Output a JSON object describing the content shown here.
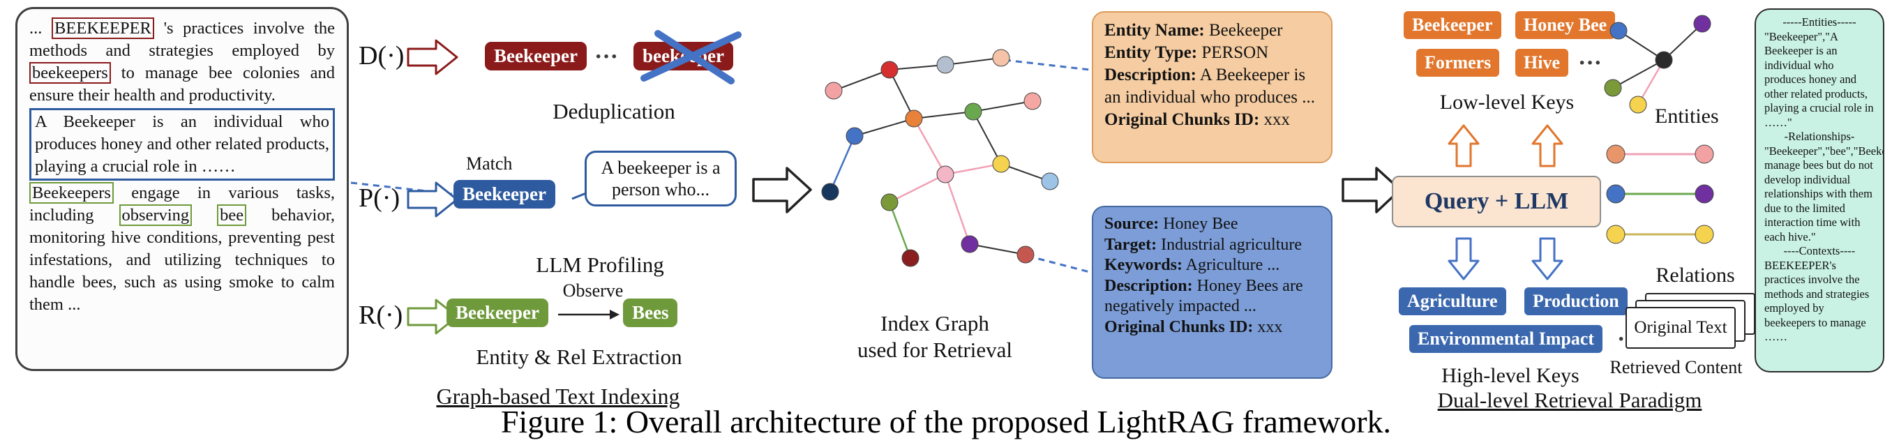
{
  "caption": "Figure 1: Overall architecture of the proposed LightRAG framework.",
  "colors": {
    "entity_red": "#8b1a1a",
    "profile_blue": "#2e5b9f",
    "relation_green": "#6f9a3b",
    "key_orange": "#e1762c",
    "key_blue": "#3a67ae",
    "query_text_navy": "#1f3864",
    "entity_card_bg": "#f6cda2",
    "relation_card_bg": "#7c9dd7",
    "output_box_bg": "#c9f2e4"
  },
  "source_panel": {
    "p1_parts": [
      "... ",
      "BEEKEEPER",
      " 's practices involve the methods and strategies employed by ",
      "beekeepers",
      " to manage bee colonies and ensure their health and productivity."
    ],
    "p2_text": "A Beekeeper is an individual who produces honey and other related products, playing a crucial role in ……",
    "p3_parts": [
      "Beekeepers",
      " engage in various tasks, including ",
      "observing",
      " ",
      "bee",
      " behavior, monitoring hive conditions, preventing pest infestations, and utilizing techniques to handle bees, such as using smoke to calm them ..."
    ],
    "section_label": "Graph-based Text Indexing"
  },
  "operators": {
    "dedup_symbol": "D(·)",
    "dedup_badge1": "Beekeeper",
    "dedup_dots": "···",
    "dedup_badge2": "beekeeper",
    "dedup_label": "Deduplication",
    "profile_symbol": "P(·)",
    "profile_match": "Match",
    "profile_badge": "Beekeeper",
    "profile_bubble": "A beekeeper is a person who...",
    "profile_label": "LLM Profiling",
    "extract_symbol": "R(·)",
    "extract_badge1": "Beekeeper",
    "extract_edge": "Observe",
    "extract_badge2": "Bees",
    "extract_label": "Entity & Rel Extraction"
  },
  "index_graph": {
    "label_line1": "Index Graph",
    "label_line2": "used for Retrieval"
  },
  "entity_card": {
    "fields": [
      {
        "label": "Entity Name:",
        "value": "Beekeeper"
      },
      {
        "label": "Entity Type:",
        "value": "PERSON"
      },
      {
        "label": "Description:",
        "value": "A Beekeeper is an individual who produces ..."
      },
      {
        "label": "Original Chunks ID:",
        "value": "xxx"
      }
    ]
  },
  "relation_card": {
    "fields": [
      {
        "label": "Source:",
        "value": "Honey Bee"
      },
      {
        "label": "Target:",
        "value": "Industrial agriculture"
      },
      {
        "label": "Keywords:",
        "value": "Agriculture ..."
      },
      {
        "label": "Description:",
        "value": "Honey Bees are negatively impacted ..."
      },
      {
        "label": "Original Chunks ID:",
        "value": "xxx"
      }
    ]
  },
  "retrieval": {
    "low_keys": [
      "Beekeeper",
      "Honey Bee",
      "Formers",
      "Hive"
    ],
    "low_dots": "···",
    "low_label": "Low-level Keys",
    "query_box_label": "Query + LLM",
    "high_keys": [
      "Agriculture",
      "Production",
      "Environmental Impact"
    ],
    "high_dots": "···",
    "high_label": "High-level Keys",
    "section_label": "Dual-level Retrieval Paradigm"
  },
  "retrieved": {
    "entities_label": "Entities",
    "relations_label": "Relations",
    "pages_text": "Original Text",
    "content_label": "Retrieved Content"
  },
  "output_box": {
    "entities_header": "-----Entities-----",
    "entities_text": "\"Beekeeper\",\"A Beekeeper is an individual who produces honey and other related products, playing a crucial role in ……\"",
    "relationships_header": "-Relationships-",
    "relationships_text": "\"Beekeeper\",\"bee\",\"Beekeepers manage bees but do not develop individual relationships with them due to the limited interaction time with each hive.\"",
    "contexts_header": "----Contexts----",
    "contexts_text": "BEEKEEPER's practices involve the methods and strategies employed by beekeepers to manage ……"
  }
}
